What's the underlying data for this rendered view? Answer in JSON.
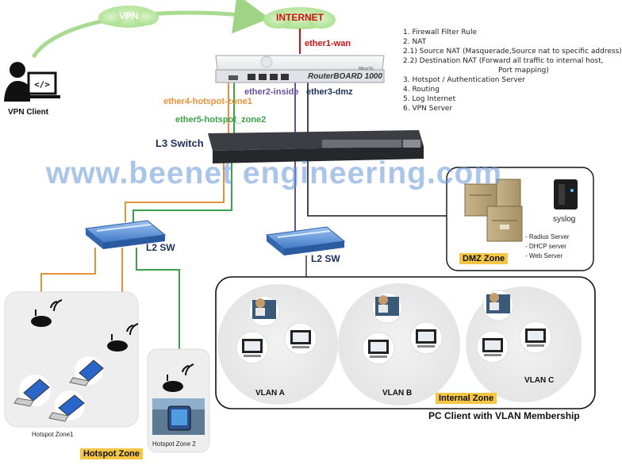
{
  "labels": {
    "vpn": "VPN",
    "internet": "INTERNET",
    "vpn_client": "VPN Client",
    "ether1": "ether1-wan",
    "ether2": "ether2-inside",
    "ether3": "ether3-dmz",
    "ether4": "ether4-hotspot-zone1",
    "ether5": "ether5-hotspot_zone2",
    "router_model": "RouterBOARD 1000",
    "router_brand": "MikroTik",
    "l3_switch": "L3 Switch",
    "watermark": "www.beenet engineering.com",
    "l2_sw_left": "L2 SW",
    "l2_sw_right": "L2 SW",
    "syslog": "syslog",
    "dmz_zone": "DMZ Zone",
    "hotspot_zone1": "Hotspot Zone1",
    "hotspot_zone2": "Hotspot Zone 2",
    "hotspot_zone": "Hotspot Zone",
    "vlan_a": "VLAN A",
    "vlan_b": "VLAN B",
    "vlan_c": "VLAN C",
    "internal_zone": "Internal Zone",
    "pc_client": "PC Client with VLAN Membership"
  },
  "features": [
    "1. Firewall Filter Rule",
    "2. NAT",
    "2.1) Source NAT (Masquerade,Source nat to specific address)",
    "2.2) Destination NAT (Forward all traffic to internal host,",
    "Port mapping)",
    "3. Hotspot / Authentication Server",
    "4. Routing",
    "5. Log Internet",
    "6. VPN Server"
  ],
  "dmz_services": [
    "- Radius Server",
    "- DHCP server",
    "- Web Server"
  ],
  "colors": {
    "wan": "#cc1111",
    "inside": "#6b4fa0",
    "dmz": "#1a1a1a",
    "hotspot1": "#e8913a",
    "hotspot2": "#3aa34a",
    "label_navy": "#1f2f5c",
    "zone_tag": "#f5c645",
    "cloud": "#b9e6a1"
  }
}
